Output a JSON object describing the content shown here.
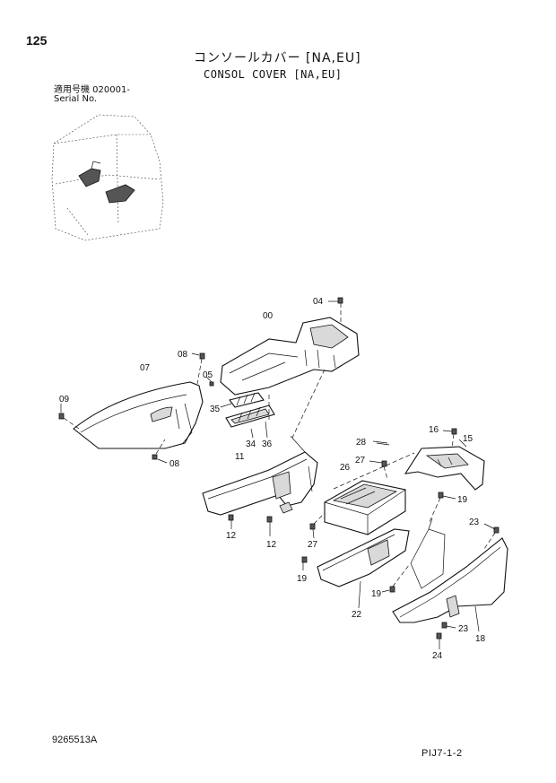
{
  "header": {
    "page_number": "125",
    "title_jp": "コンソールカバー [NA,EU]",
    "title_en": "CONSOL COVER [NA,EU]",
    "serial_label_jp": "適用号機  020001-",
    "serial_label_en": "Serial No."
  },
  "callouts": [
    {
      "id": "c00",
      "text": "00"
    },
    {
      "id": "c04",
      "text": "04"
    },
    {
      "id": "c05",
      "text": "05"
    },
    {
      "id": "c07",
      "text": "07"
    },
    {
      "id": "c08a",
      "text": "08"
    },
    {
      "id": "c08b",
      "text": "08"
    },
    {
      "id": "c09",
      "text": "09"
    },
    {
      "id": "c11",
      "text": "11"
    },
    {
      "id": "c12a",
      "text": "12"
    },
    {
      "id": "c12b",
      "text": "12"
    },
    {
      "id": "c15",
      "text": "15"
    },
    {
      "id": "c16",
      "text": "16"
    },
    {
      "id": "c18",
      "text": "18"
    },
    {
      "id": "c19a",
      "text": "19"
    },
    {
      "id": "c19b",
      "text": "19"
    },
    {
      "id": "c19c",
      "text": "19"
    },
    {
      "id": "c22",
      "text": "22"
    },
    {
      "id": "c23a",
      "text": "23"
    },
    {
      "id": "c23b",
      "text": "23"
    },
    {
      "id": "c24",
      "text": "24"
    },
    {
      "id": "c26",
      "text": "26"
    },
    {
      "id": "c27a",
      "text": "27"
    },
    {
      "id": "c27b",
      "text": "27"
    },
    {
      "id": "c28",
      "text": "28"
    },
    {
      "id": "c34",
      "text": "34"
    },
    {
      "id": "c35",
      "text": "35"
    },
    {
      "id": "c36",
      "text": "36"
    }
  ],
  "footer": {
    "document_code": "9265513A",
    "page_code": "PIJ7-1-2"
  }
}
